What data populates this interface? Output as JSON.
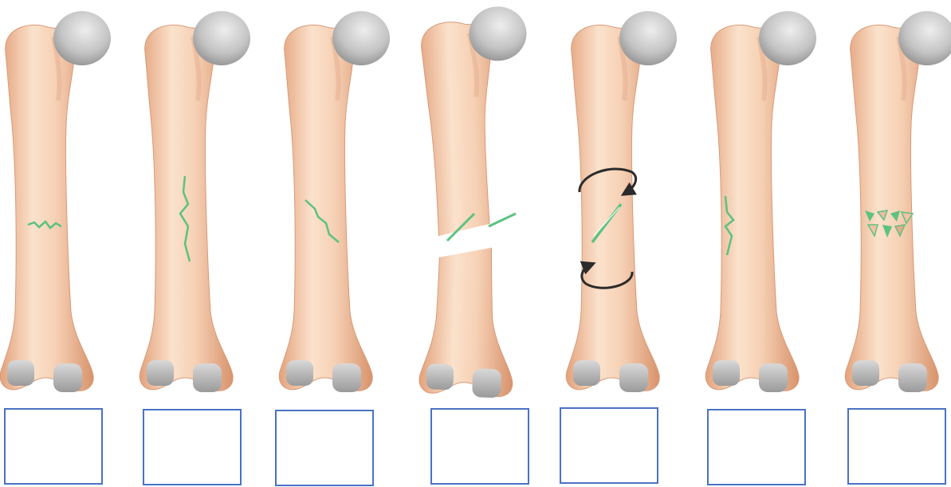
{
  "figure": {
    "bones": [
      {
        "id": "femur-1",
        "fracture": "transverse"
      },
      {
        "id": "femur-2",
        "fracture": "longitudinal"
      },
      {
        "id": "femur-3",
        "fracture": "oblique"
      },
      {
        "id": "femur-4",
        "fracture": "displaced"
      },
      {
        "id": "femur-5",
        "fracture": "spiral"
      },
      {
        "id": "femur-6",
        "fracture": "greenstick"
      },
      {
        "id": "femur-7",
        "fracture": "comminuted"
      }
    ],
    "answer_boxes": [
      "",
      "",
      "",
      "",
      "",
      "",
      ""
    ]
  },
  "colors": {
    "bone_light": "#fbe2cc",
    "bone_mid": "#f2c3a2",
    "bone_dark": "#d8936c",
    "joint_cap": "#b5b5b5",
    "joint_highlight": "#e6e6e6",
    "fracture": "#5cc280",
    "arrow": "#2b2b2b",
    "box_border": "#4a72c4"
  }
}
